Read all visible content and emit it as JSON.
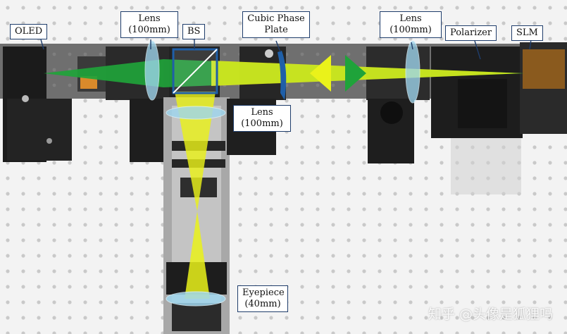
{
  "labels": {
    "oled": "OLED",
    "lens_left_line1": "Lens",
    "lens_left_line2": "(100mm)",
    "bs": "BS",
    "cubic_line1": "Cubic Phase",
    "cubic_line2": "Plate",
    "lens_right_line1": "Lens",
    "lens_right_line2": "(100mm)",
    "polarizer": "Polarizer",
    "slm": "SLM",
    "lens_center_line1": "Lens",
    "lens_center_line2": "(100mm)",
    "eyepiece_line1": "Eyepiece",
    "eyepiece_line2": "(40mm)"
  },
  "watermark": "知乎 @头像是狐狸吗",
  "colors": {
    "beam_green": "#1fa33a",
    "beam_yellow": "#eaf21a",
    "lens_fill": "#9fd6ee",
    "bs_frame": "#1f5fa8",
    "label_border": "#1f3d6b"
  }
}
